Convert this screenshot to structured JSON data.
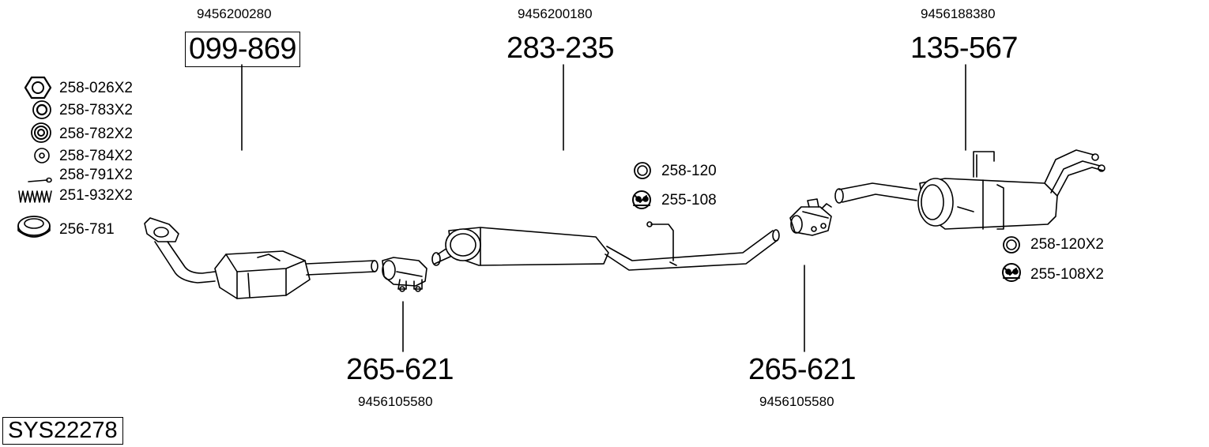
{
  "system_code": "SYS22278",
  "assemblies": [
    {
      "oe_number": "9456200280",
      "part_number": "099-869"
    },
    {
      "oe_number": "9456200180",
      "part_number": "283-235"
    },
    {
      "oe_number": "9456188380",
      "part_number": "135-567"
    },
    {
      "oe_number": "9456105580",
      "part_number": "265-621"
    },
    {
      "oe_number": "9456105580",
      "part_number": "265-621"
    }
  ],
  "hardware_list": [
    {
      "label": "258-026X2",
      "icon": "hex-nut-icon"
    },
    {
      "label": "258-783X2",
      "icon": "washer-icon"
    },
    {
      "label": "258-782X2",
      "icon": "spring-washer-icon"
    },
    {
      "label": "258-784X2",
      "icon": "flat-washer-icon"
    },
    {
      "label": "258-791X2",
      "icon": "bolt-icon"
    },
    {
      "label": "251-932X2",
      "icon": "spring-icon"
    },
    {
      "label": "256-781",
      "icon": "gasket-ring-icon"
    }
  ],
  "mid_mounts": [
    {
      "label": "258-120",
      "icon": "ring-icon"
    },
    {
      "label": "255-108",
      "icon": "rubber-mount-icon"
    }
  ],
  "rear_mounts": [
    {
      "label": "258-120X2",
      "icon": "ring-icon"
    },
    {
      "label": "255-108X2",
      "icon": "rubber-mount-icon"
    }
  ]
}
